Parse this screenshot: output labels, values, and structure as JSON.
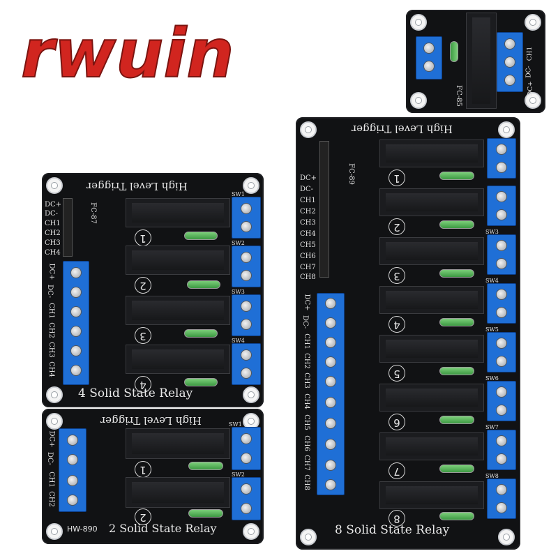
{
  "logo": {
    "text": "rwuin",
    "color": "#d1251f"
  },
  "boards": {
    "four": {
      "title": "4 Solid State Relay",
      "trigger": "High Level Trigger",
      "model": "FC-87",
      "pins": [
        "DC+",
        "DC-",
        "CH1",
        "CH2",
        "CH3",
        "CH4"
      ],
      "terminal_labels": [
        "DC+",
        "DC-",
        "CH1",
        "CH2",
        "CH3",
        "CH4"
      ],
      "relay_numbers": [
        "1",
        "2",
        "3",
        "4"
      ],
      "switches": [
        "SW1",
        "SW2",
        "SW3",
        "SW4"
      ]
    },
    "two": {
      "title": "2 Solid State Relay",
      "model": "HW-890",
      "trigger": "High Level Trigger",
      "terminal_labels": [
        "DC+",
        "DC-",
        "CH1",
        "CH2"
      ],
      "relay_numbers": [
        "1",
        "2"
      ],
      "switches": [
        "SW1",
        "SW2"
      ]
    },
    "eight": {
      "title": "8 Solid State Relay",
      "trigger": "High Level Trigger",
      "model": "FC-89",
      "pins": [
        "DC+",
        "DC-",
        "CH1",
        "CH2",
        "CH3",
        "CH4",
        "CH5",
        "CH6",
        "CH7",
        "CH8"
      ],
      "terminal_labels": [
        "DC+",
        "DC-",
        "CH1",
        "CH2",
        "CH3",
        "CH4",
        "CH5",
        "CH6",
        "CH7",
        "CH8"
      ],
      "relay_numbers": [
        "1",
        "2",
        "3",
        "4",
        "5",
        "6",
        "7",
        "8"
      ],
      "switches": [
        "SW3",
        "SW4",
        "SW5",
        "SW6",
        "SW7",
        "SW8"
      ]
    },
    "one": {
      "model": "FC-85",
      "labels": [
        "DC+",
        "DC-",
        "CH1"
      ]
    }
  },
  "colors": {
    "board": "#111214",
    "terminal": "#1f6fd6",
    "fuse": "#4caf50",
    "logo": "#d1251f"
  }
}
